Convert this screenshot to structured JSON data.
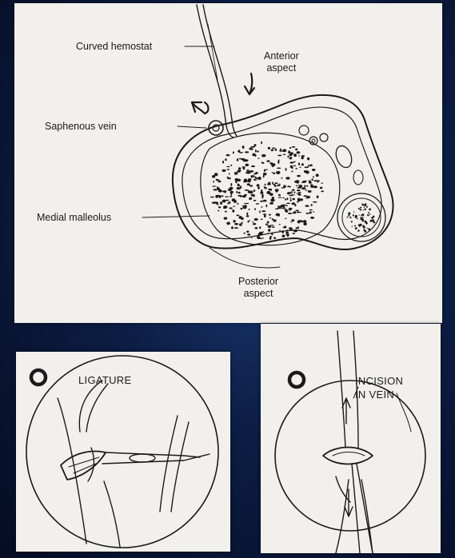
{
  "main_diagram": {
    "curved_hemostat_label": "Curved hemostat",
    "anterior_aspect_label": "Anterior\naspect",
    "saphenous_vein_label": "Saphenous vein",
    "medial_malleolus_label": "Medial malleolus",
    "posterior_aspect_label": "Posterior\naspect"
  },
  "inset_left": {
    "number_marker": "O",
    "ligature_label": "LIGATURE"
  },
  "inset_right": {
    "number_marker": "O",
    "incision_label": "INCISION\nIN VEIN"
  },
  "colors": {
    "background": "#0a1633",
    "paper": "#f1f0ec",
    "ink": "#1a1a1a"
  }
}
